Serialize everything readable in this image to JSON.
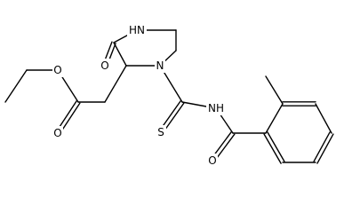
{
  "molecule": {
    "atoms": {
      "nh_ring": "HN",
      "oxo_o": "O",
      "n_ring": "N",
      "ester_o": "O",
      "carbonyl_o_ester": "O",
      "thio_s": "S",
      "amide_nh": "NH",
      "amide_o": "O"
    }
  },
  "colors": {
    "bond": "#000000",
    "background": "#ffffff"
  }
}
